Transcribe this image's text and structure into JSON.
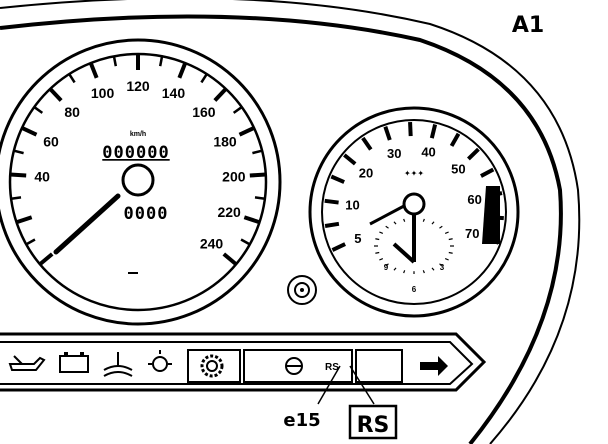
{
  "figure_label": "A1",
  "speedometer": {
    "tick_labels": [
      "40",
      "60",
      "80",
      "100",
      "120",
      "140",
      "160",
      "180",
      "200",
      "220",
      "240"
    ],
    "unit_label": "km/h",
    "odometer_total": "000000",
    "odometer_trip": "0000",
    "needle_value": "0"
  },
  "clock": {
    "tick_labels": [
      "5",
      "10",
      "20",
      "30",
      "40",
      "50",
      "60",
      "70"
    ],
    "dial_marks": [
      "9",
      "3",
      "6"
    ]
  },
  "indicator_strip": {
    "icons": [
      "oil-can-icon",
      "battery-icon",
      "coolant-icon",
      "lamp-icon",
      "gear-icon",
      "circle-icon",
      "rs-small-label",
      "blank-box",
      "arrow-right-icon"
    ],
    "rs_small": "RS"
  },
  "callouts": {
    "e15": "e15",
    "rs_box": "RS"
  }
}
